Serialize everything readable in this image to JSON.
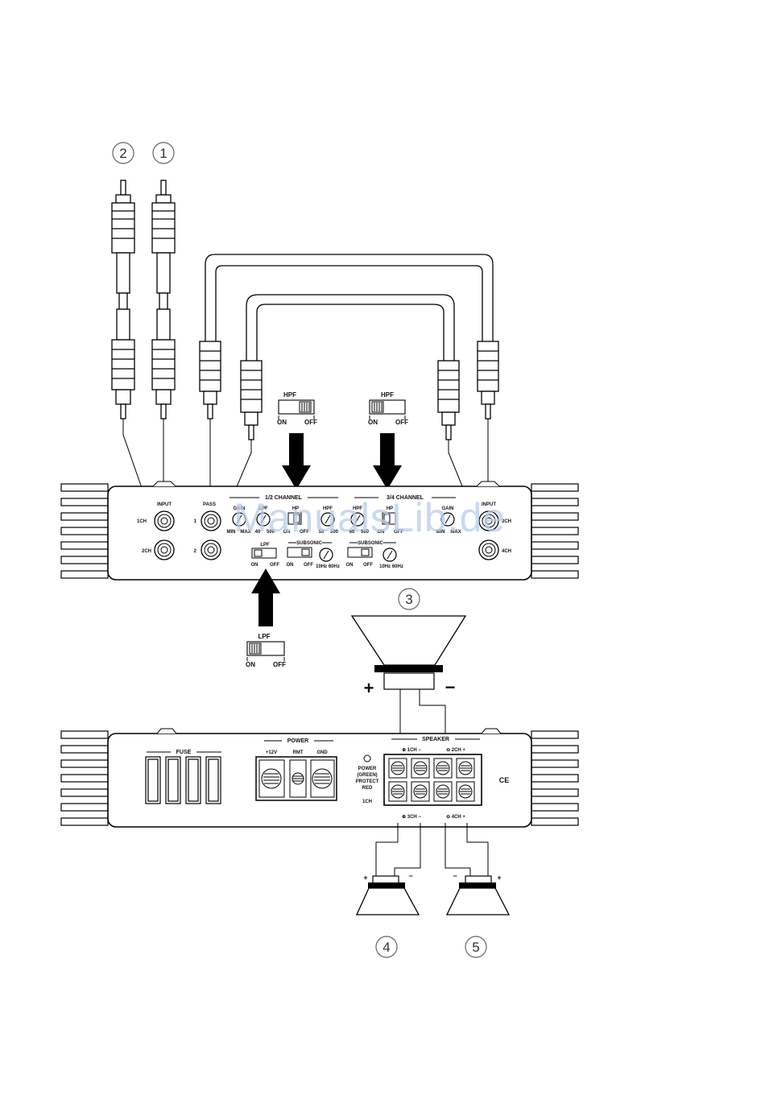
{
  "callouts": [
    "1",
    "2",
    "3",
    "4",
    "5"
  ],
  "switches": {
    "hpf_12": {
      "title": "HPF",
      "on": "ON",
      "off": "OFF"
    },
    "hpf_34": {
      "title": "HPF",
      "on": "ON",
      "off": "OFF"
    },
    "lpf": {
      "title": "LPF",
      "on": "ON",
      "off": "OFF"
    }
  },
  "top_panel": {
    "input_left": "INPUT",
    "pass": "PASS",
    "ch1": "1CH",
    "ch2": "2CH",
    "pass1": "1",
    "pass2": "2",
    "ch12": "1/2 CHANNEL",
    "ch34": "3/4 CHANNEL",
    "gain": "GAIN",
    "min": "MIN",
    "max": "MAX",
    "lpf_knob": "LPF",
    "hpf_knob": "HPF",
    "f40": "40",
    "f500": "500",
    "f50": "50",
    "f500b": "500",
    "f60": "60",
    "subsonic": "SUBSONIC",
    "sub_on": "ON",
    "sub_off": "OFF",
    "sub_range": "10Hz 60Hz",
    "input_right": "INPUT",
    "ch3": "3CH",
    "ch4": "4CH",
    "hp": "HP",
    "hp_on": "ON",
    "hp_off": "OFF",
    "lpf_sw": "LPF",
    "lpf_on": "ON",
    "lpf_off": "OFF"
  },
  "speaker_top": {
    "plus": "+",
    "minus": "−"
  },
  "bottom_panel": {
    "fuse": "FUSE",
    "power": "POWER",
    "v12": "+12V",
    "rmt": "RMT",
    "gnd": "GND",
    "power_led_1": "POWER",
    "power_led_2": "(GREEN)",
    "power_led_3": "PROTECT",
    "power_led_4": "RED",
    "power_led_5": "1CH",
    "speaker": "SPEAKER",
    "ch1": "⊕ 1CH −",
    "ch2": "⊖ 2CH +",
    "ch3": "⊕ 3CH −",
    "ch4": "⊖ 4CH +",
    "ce": "CE"
  },
  "speaker_left": {
    "plus": "+",
    "minus": "−"
  },
  "speaker_right": {
    "minus": "−",
    "plus": "+"
  },
  "watermark": "ManualsLib.de"
}
